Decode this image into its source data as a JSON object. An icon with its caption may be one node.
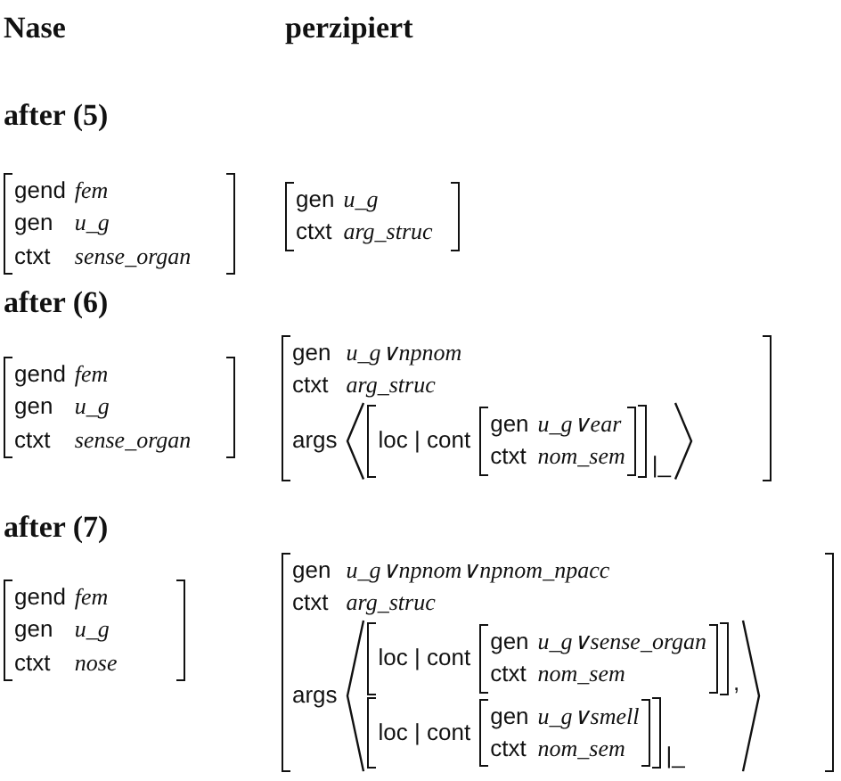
{
  "diagram": {
    "labels": [
      "Nase",
      "perzipiert",
      "after (5)",
      "gend",
      "fem",
      "gen",
      "u_g",
      "ctxt",
      "sense_organ",
      "gen",
      "u_g",
      "ctxt",
      "arg_struc",
      "after (6)",
      "gend",
      "fem",
      "gen",
      "u_g",
      "ctxt",
      "sense_organ",
      "gen",
      "u_g∨npnom",
      "ctxt",
      "arg_struc",
      "args",
      "loc | cont",
      "gen",
      "u_g∨ear",
      "ctxt",
      "nom_sem",
      "|_",
      "after (7)",
      "gend",
      "fem",
      "gen",
      "u_g",
      "ctxt",
      "nose",
      "gen",
      "u_g∨npnom∨npnom_npacc",
      "ctxt",
      "arg_struc",
      "args",
      "loc | cont",
      "gen",
      "u_g∨sense_organ",
      "ctxt",
      "nom_sem",
      ",",
      "loc | cont",
      "gen",
      "u_g∨smell",
      "ctxt",
      "nom_sem",
      "|_"
    ]
  }
}
